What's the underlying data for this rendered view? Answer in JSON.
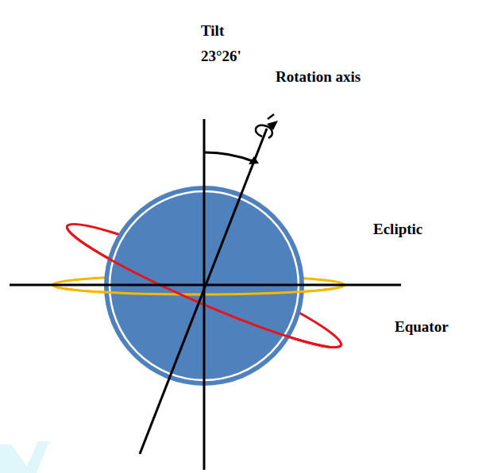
{
  "diagram": {
    "labels": [
      "Tilt",
      "23°26'",
      "Rotation axis",
      "Ecliptic",
      "Equator"
    ]
  }
}
